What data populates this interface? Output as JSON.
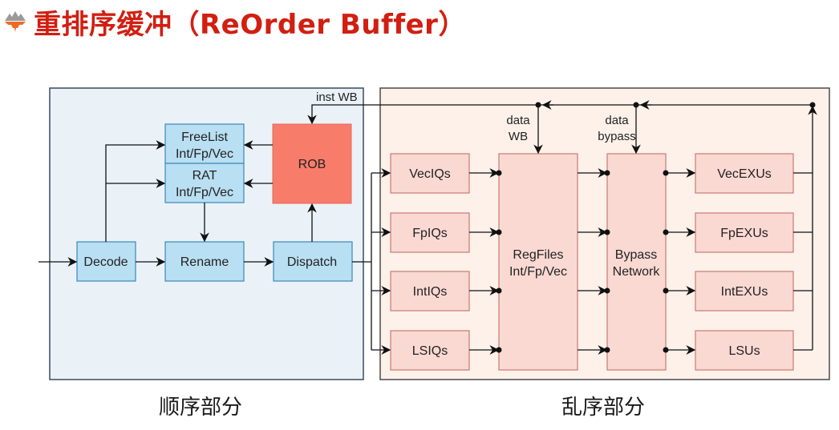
{
  "header": {
    "title": "重排序缓冲（ReOrder Buffer）",
    "logo_icon": "mountain-logo-icon",
    "accent_color": "#d11f12"
  },
  "in_order": {
    "caption": "顺序部分",
    "bg_color": "#eaf2f8",
    "blocks": {
      "freelist": [
        "FreeList",
        "Int/Fp/Vec"
      ],
      "rat": [
        "RAT",
        "Int/Fp/Vec"
      ],
      "rob": "ROB",
      "decode": "Decode",
      "rename": "Rename",
      "dispatch": "Dispatch"
    },
    "rob_color": "#f87c6a",
    "block_color": "#b9dff2"
  },
  "out_of_order": {
    "caption": "乱序部分",
    "bg_color": "#fdf1ea",
    "block_color": "#fad9d3",
    "issue_queues": [
      "VecIQs",
      "FpIQs",
      "IntIQs",
      "LSIQs"
    ],
    "regfiles": [
      "RegFiles",
      "Int/Fp/Vec"
    ],
    "bypass": [
      "Bypass",
      "Network"
    ],
    "exec_units": [
      "VecEXUs",
      "FpEXUs",
      "IntEXUs",
      "LSUs"
    ]
  },
  "labels": {
    "inst_wb": "inst WB",
    "data_wb": [
      "data",
      "WB"
    ],
    "data_bypass": [
      "data",
      "bypass"
    ]
  }
}
